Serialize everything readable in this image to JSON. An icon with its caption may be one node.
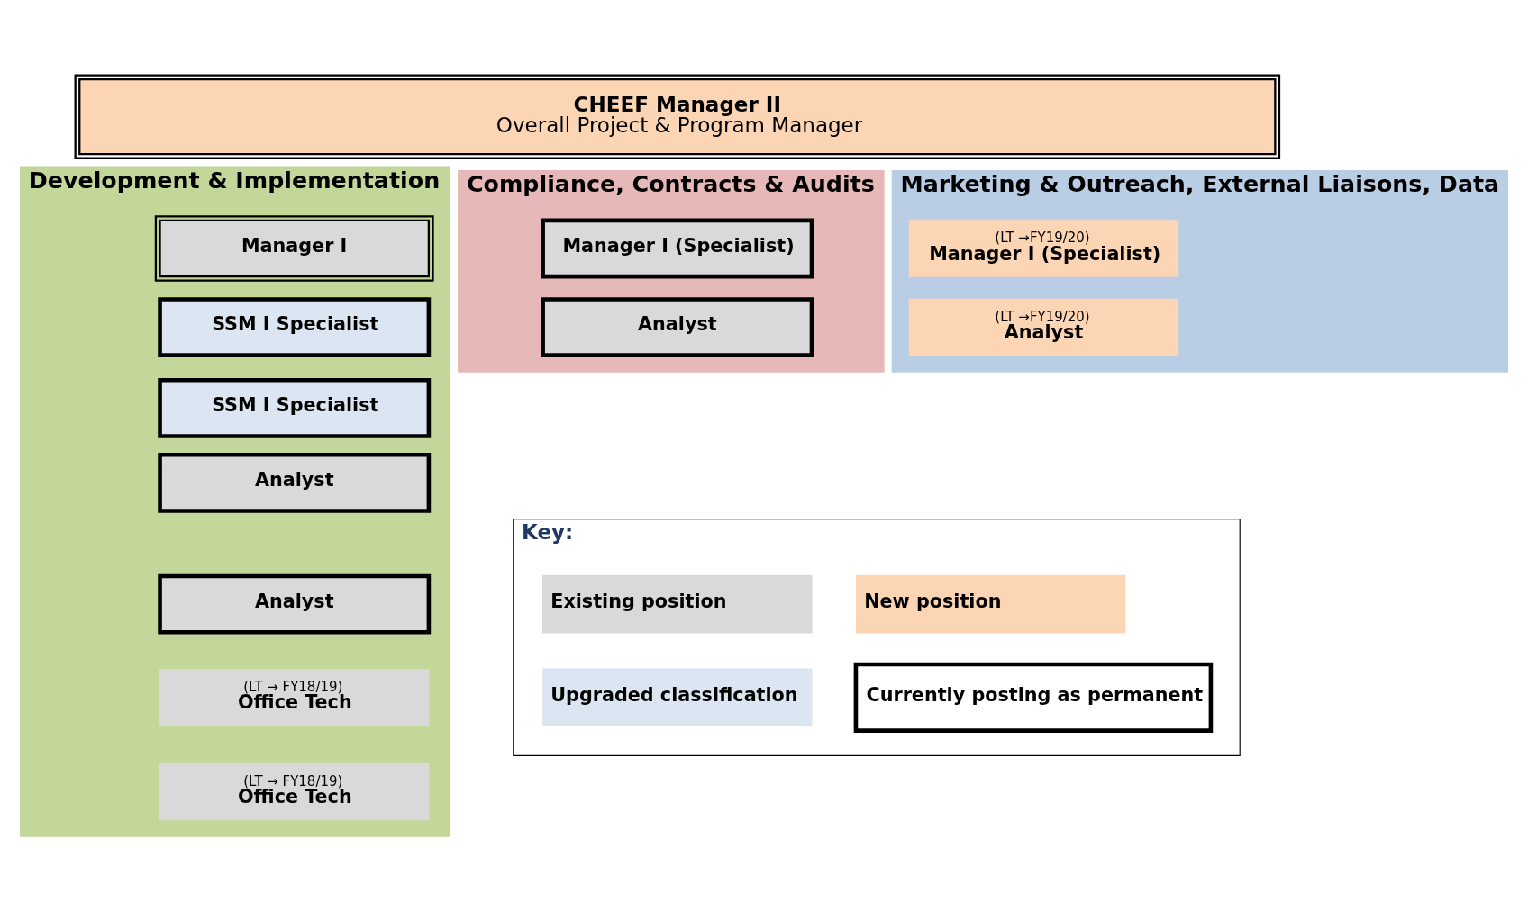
{
  "diagram": {
    "nodes": [
      {
        "text": [
          "CHEEF Manager II",
          "Overall Project & Program Manager"
        ]
      },
      {
        "text": [
          "Development & Implementation"
        ]
      },
      {
        "text": [
          "Manager I"
        ],
        "in": 1
      },
      {
        "text": [
          "SSM I Specialist"
        ],
        "in": 1
      },
      {
        "text": [
          "SSM I Specialist"
        ],
        "in": 1
      },
      {
        "text": [
          "Analyst"
        ],
        "in": 1
      },
      {
        "text": [
          "Analyst"
        ],
        "in": 1
      },
      {
        "text": [
          "(LT → FY18/19)",
          "Office Tech"
        ],
        "in": 1
      },
      {
        "text": [
          "(LT → FY18/19)",
          "Office Tech"
        ],
        "in": 1
      },
      {
        "text": [
          "Compliance, Contracts & Audits"
        ]
      },
      {
        "text": [
          "Manager I (Specialist)"
        ],
        "in": 9
      },
      {
        "text": [
          "Analyst"
        ],
        "in": 9
      },
      {
        "text": [
          "Marketing & Outreach, External Liaisons, Data"
        ]
      },
      {
        "text": [
          "(LT →FY19/20)",
          "Manager I (Specialist)"
        ],
        "in": 12
      },
      {
        "text": [
          "(LT →FY19/20)",
          "Analyst"
        ],
        "in": 12
      },
      {
        "text": [
          "Key:"
        ]
      }
    ],
    "legend": [
      {
        "text": "Existing position",
        "color": "#d9d9d9"
      },
      {
        "text": "New position",
        "color": "#fcd5b4"
      },
      {
        "text": "Upgraded classification",
        "color": "#dce6f2"
      },
      {
        "text": "Currently posting as permanent"
      }
    ]
  }
}
